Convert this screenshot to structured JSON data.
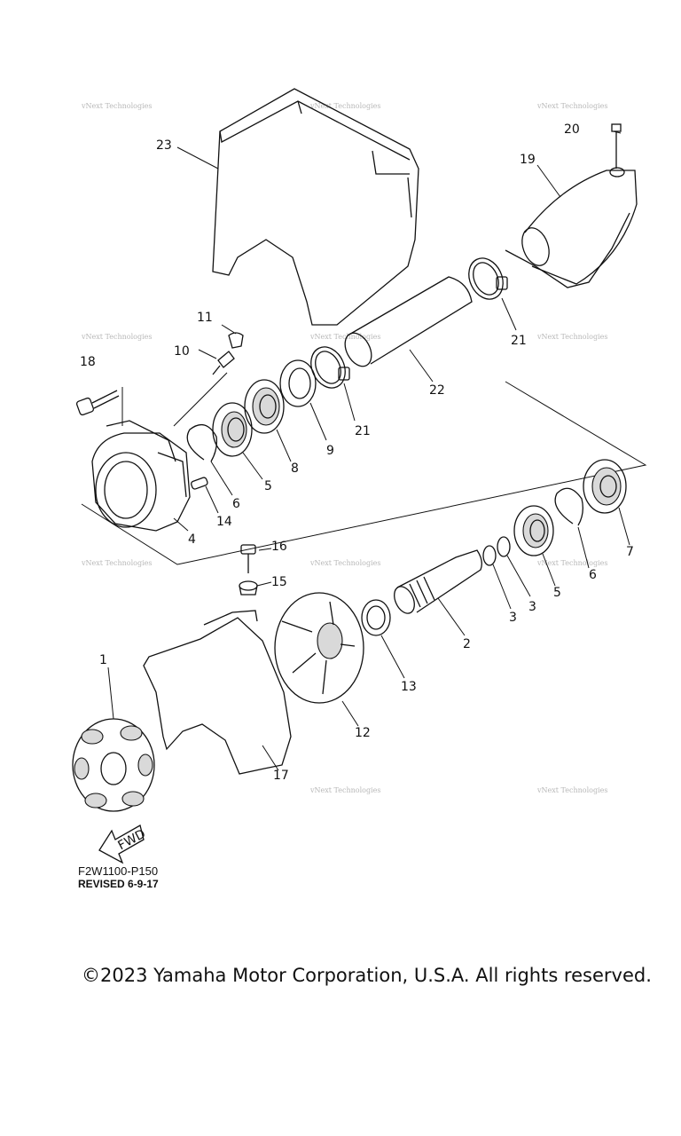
{
  "callouts": [
    {
      "id": "1",
      "label": "1"
    },
    {
      "id": "2",
      "label": "2"
    },
    {
      "id": "3a",
      "label": "3"
    },
    {
      "id": "3b",
      "label": "3"
    },
    {
      "id": "4",
      "label": "4"
    },
    {
      "id": "5a",
      "label": "5"
    },
    {
      "id": "5b",
      "label": "5"
    },
    {
      "id": "6a",
      "label": "6"
    },
    {
      "id": "6b",
      "label": "6"
    },
    {
      "id": "7",
      "label": "7"
    },
    {
      "id": "8",
      "label": "8"
    },
    {
      "id": "9",
      "label": "9"
    },
    {
      "id": "10",
      "label": "10"
    },
    {
      "id": "11",
      "label": "11"
    },
    {
      "id": "12",
      "label": "12"
    },
    {
      "id": "13",
      "label": "13"
    },
    {
      "id": "14",
      "label": "14"
    },
    {
      "id": "15",
      "label": "15"
    },
    {
      "id": "16",
      "label": "16"
    },
    {
      "id": "17",
      "label": "17"
    },
    {
      "id": "18",
      "label": "18"
    },
    {
      "id": "19",
      "label": "19"
    },
    {
      "id": "20",
      "label": "20"
    },
    {
      "id": "21a",
      "label": "21"
    },
    {
      "id": "21b",
      "label": "21"
    },
    {
      "id": "22",
      "label": "22"
    },
    {
      "id": "23",
      "label": "23"
    }
  ],
  "watermark": "vNext Technologies",
  "fwd_label": "FWD",
  "drawing_code": {
    "line1": "F2W1100-P150",
    "line2": "REVISED 6-9-17"
  },
  "copyright": "©2023 Yamaha Motor Corporation, U.S.A. All rights reserved."
}
